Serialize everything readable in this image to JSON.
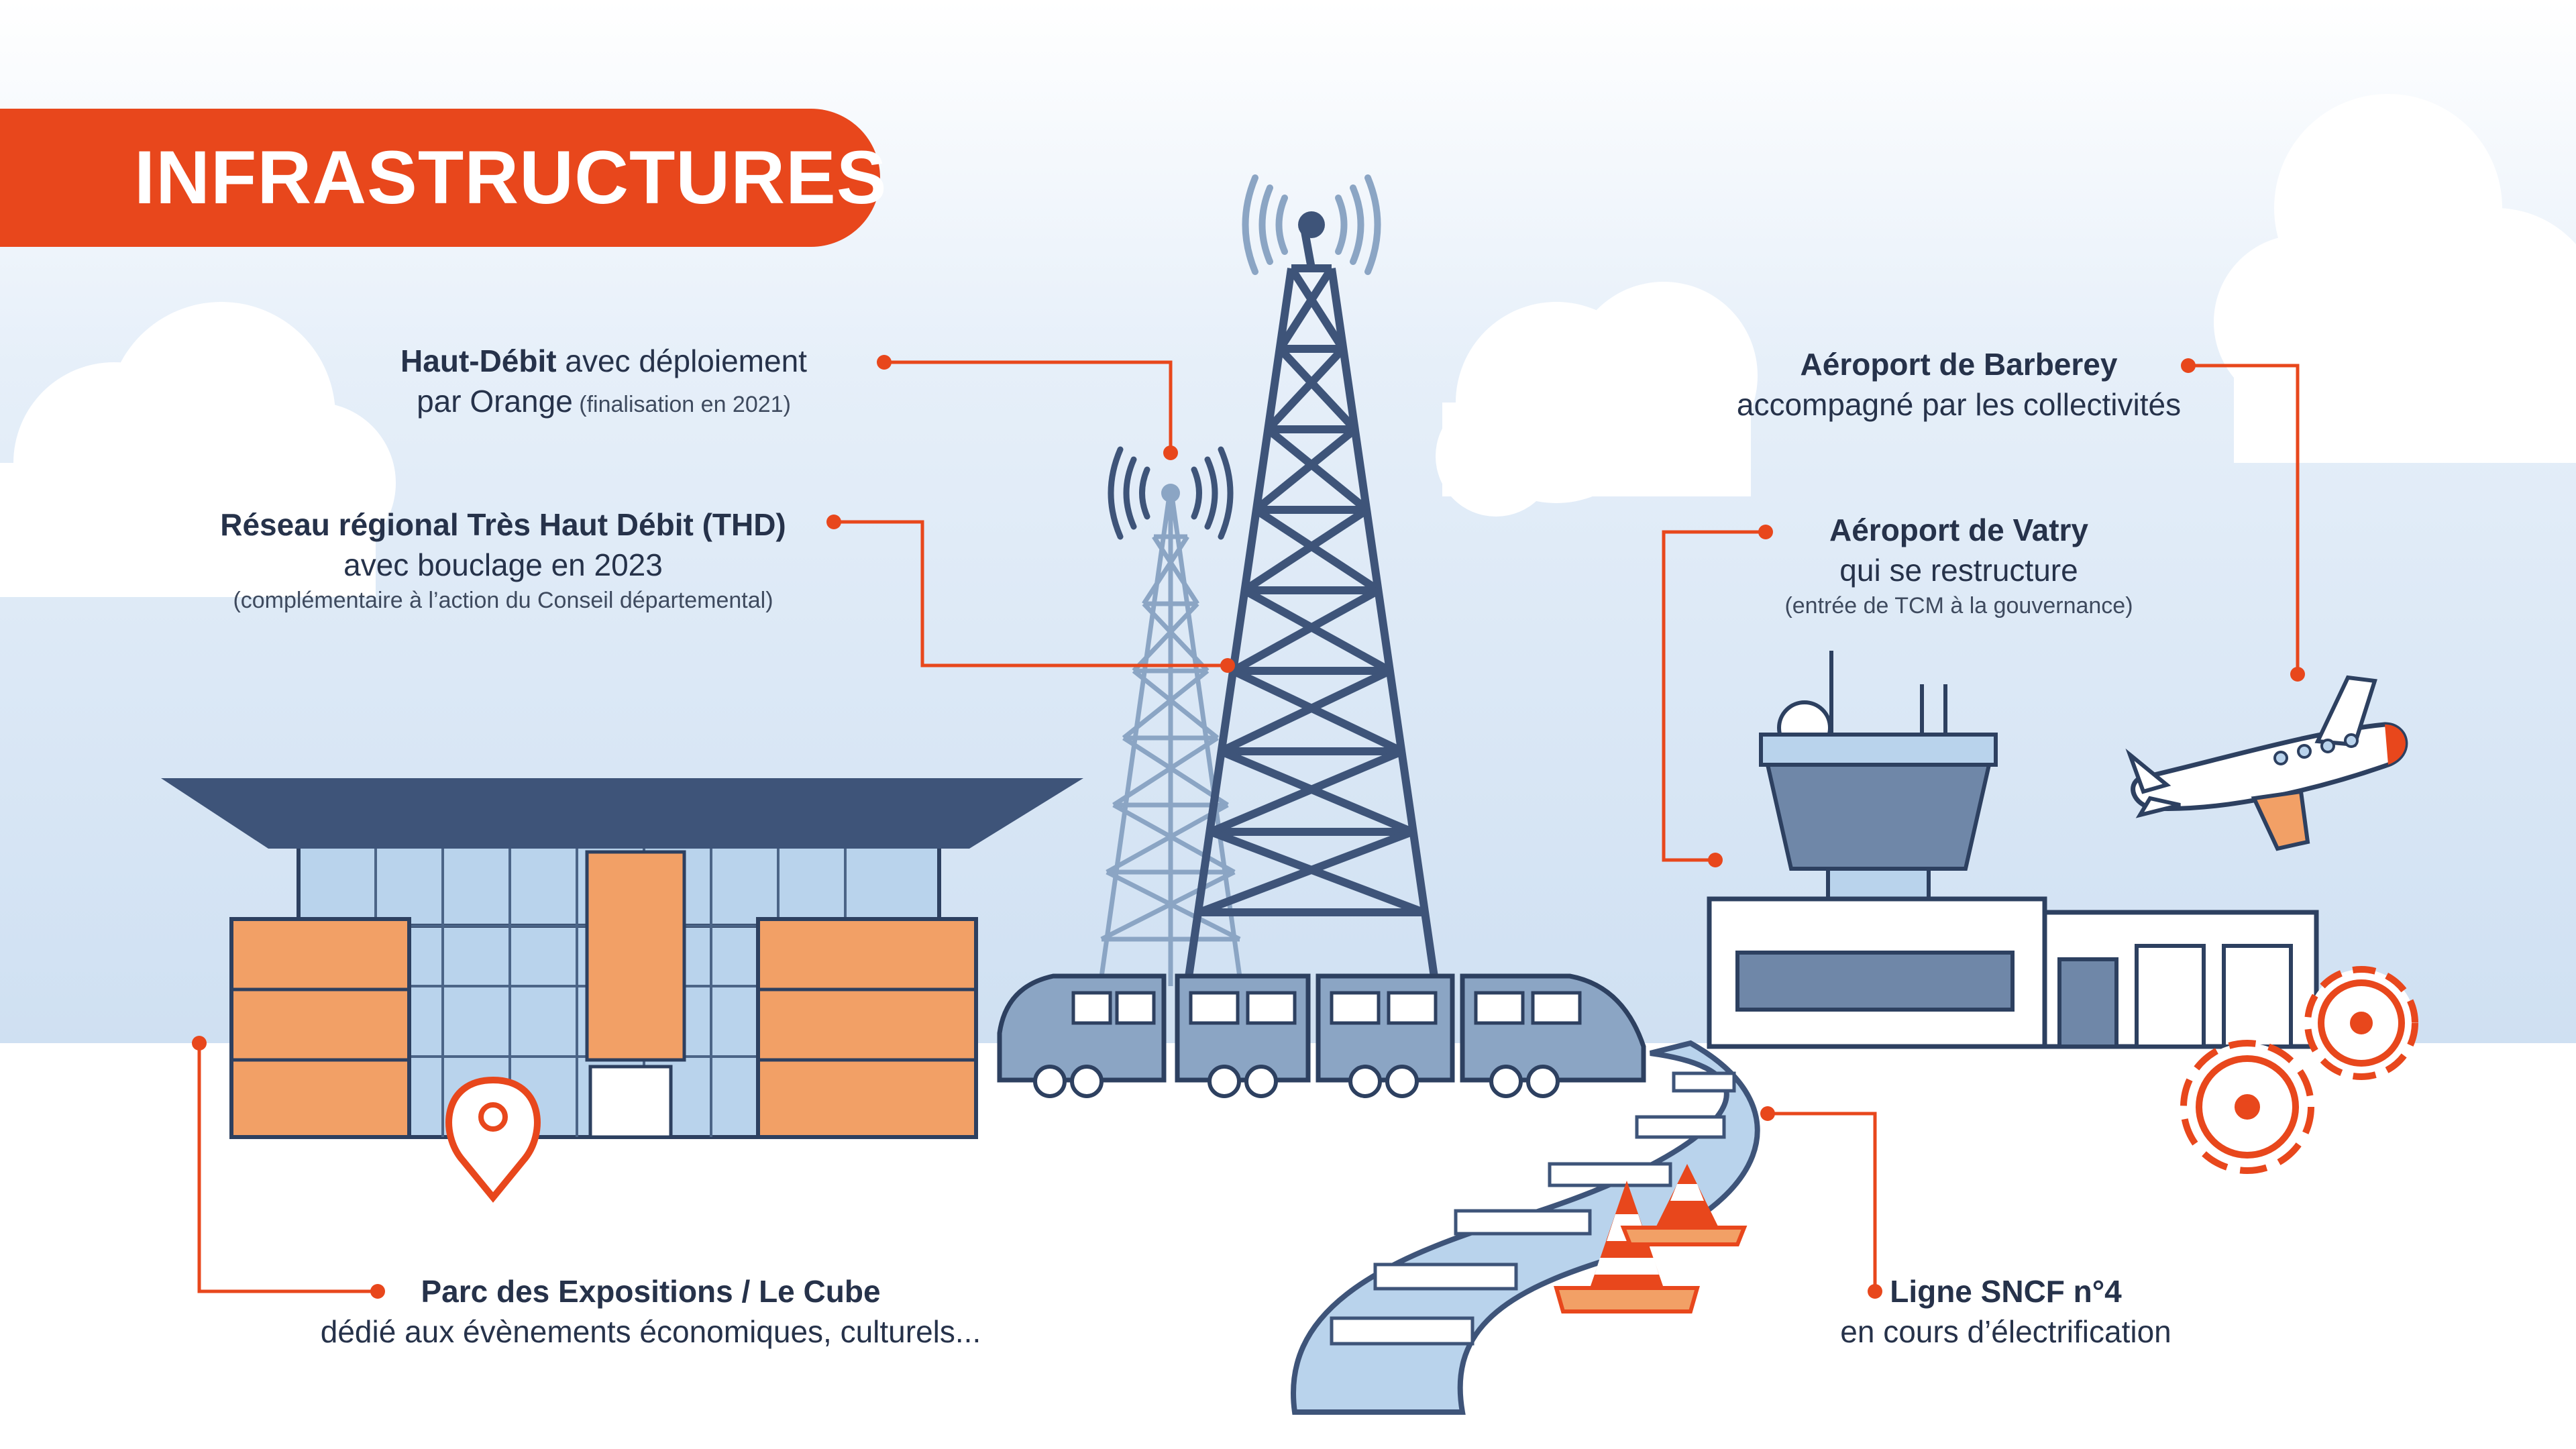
{
  "title": "INFRASTRUCTURES",
  "colors": {
    "accent": "#e8471c",
    "navy": "#3e5479",
    "orange": "#f2a066",
    "sky": "#d3e3f3"
  },
  "labels": {
    "haut_debit": {
      "bold": "Haut-Débit",
      "rest": " avec déploiement",
      "line2": "par Orange",
      "small": " (finalisation en 2021)"
    },
    "thd": {
      "line1": "Réseau régional Très Haut Débit (THD)",
      "line2": "avec bouclage en 2023",
      "line3": "(complémentaire à l’action du Conseil départemental)"
    },
    "barberey": {
      "line1": "Aéroport de Barberey",
      "line2": "accompagné par les collectivités"
    },
    "vatry": {
      "line1": "Aéroport de Vatry",
      "line2": "qui se restructure",
      "line3": "(entrée de TCM à la gouvernance)"
    },
    "parc": {
      "line1": "Parc des Expositions / Le Cube",
      "line2": "dédié aux évènements économiques, culturels..."
    },
    "sncf": {
      "line1": "Ligne SNCF n°4",
      "line2": "en cours d’électrification"
    }
  },
  "icons": [
    "cloud-icon",
    "antenna-tower-icon",
    "train-icon",
    "control-tower-icon",
    "airplane-icon",
    "gear-icon",
    "traffic-cone-icon",
    "location-pin-icon",
    "railway-track-icon",
    "exhibition-building-icon"
  ]
}
